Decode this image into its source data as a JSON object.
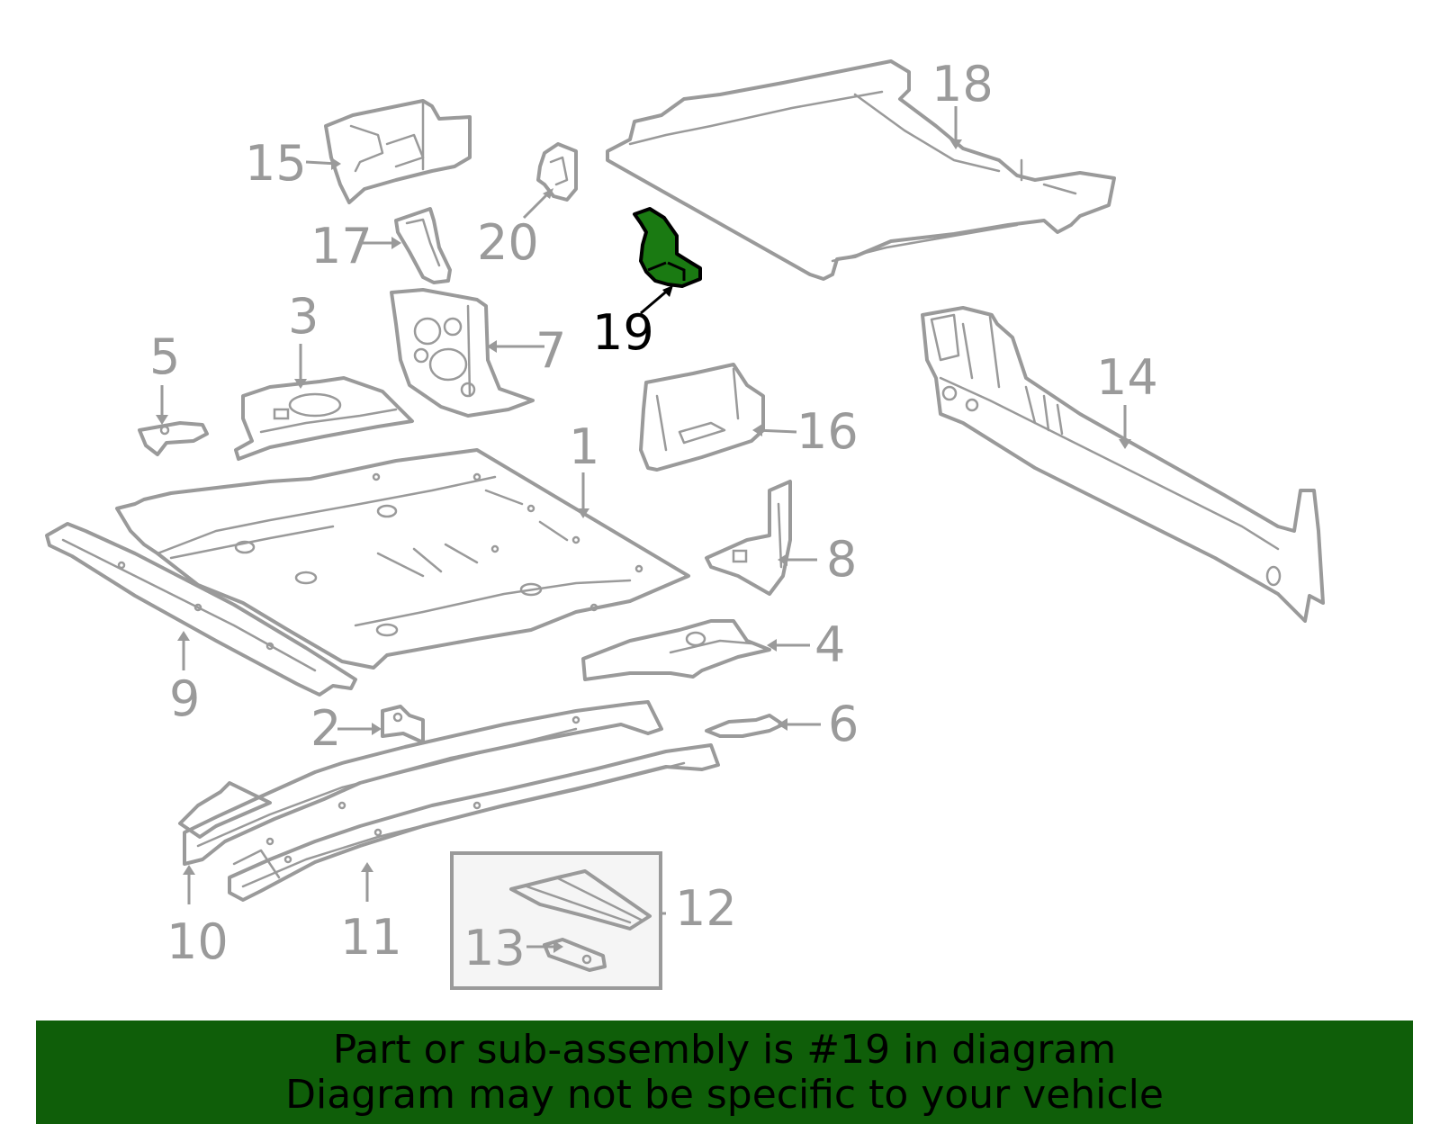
{
  "callouts": [
    {
      "id": "1",
      "highlighted": false
    },
    {
      "id": "2",
      "highlighted": false
    },
    {
      "id": "3",
      "highlighted": false
    },
    {
      "id": "4",
      "highlighted": false
    },
    {
      "id": "5",
      "highlighted": false
    },
    {
      "id": "6",
      "highlighted": false
    },
    {
      "id": "7",
      "highlighted": false
    },
    {
      "id": "8",
      "highlighted": false
    },
    {
      "id": "9",
      "highlighted": false
    },
    {
      "id": "10",
      "highlighted": false
    },
    {
      "id": "11",
      "highlighted": false
    },
    {
      "id": "12",
      "highlighted": false
    },
    {
      "id": "13",
      "highlighted": false
    },
    {
      "id": "14",
      "highlighted": false
    },
    {
      "id": "15",
      "highlighted": false
    },
    {
      "id": "16",
      "highlighted": false
    },
    {
      "id": "17",
      "highlighted": false
    },
    {
      "id": "18",
      "highlighted": false
    },
    {
      "id": "19",
      "highlighted": true
    },
    {
      "id": "20",
      "highlighted": false
    }
  ],
  "banner": {
    "line1": "Part or sub-assembly is #19 in diagram",
    "line2": "Diagram may not be specific to your vehicle"
  },
  "colors": {
    "line": "#9a9a9a",
    "highlight_fill": "#1a7a12",
    "banner_bg": "#0f5e09",
    "text_dark": "#000000"
  }
}
